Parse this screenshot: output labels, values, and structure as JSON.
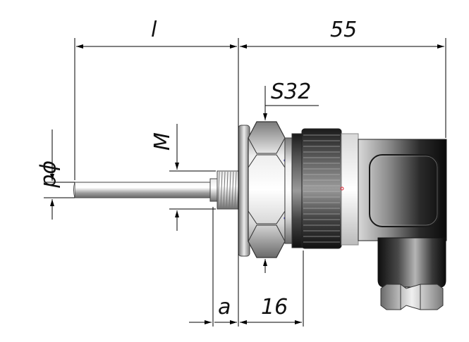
{
  "labels": {
    "length": "l",
    "housing_length": "55",
    "wrench_size": "S32",
    "diameter": "ϕd",
    "thread": "M",
    "gap": "a",
    "nut_length": "16"
  },
  "colors": {
    "steel_light": "#f2f2f2",
    "steel_mid": "#bdbdbd",
    "steel_dark": "#5a5a5a",
    "housing_dark": "#111111",
    "line": "#000000"
  }
}
